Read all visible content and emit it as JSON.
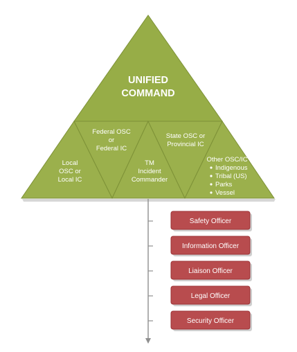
{
  "unified_command": {
    "line1": "UNIFIED",
    "line2": "COMMAND"
  },
  "segments": {
    "local": [
      "Local",
      "OSC or",
      "Local IC"
    ],
    "federal": [
      "Federal OSC",
      "or",
      "Federal IC"
    ],
    "tm": [
      "TM",
      "Incident",
      "Commander"
    ],
    "state": [
      "State OSC or",
      "Provincial IC"
    ],
    "other": {
      "title": "Other OSC/IC",
      "bullets": [
        "Indigenous",
        "Tribal (US)",
        "Parks",
        "Vessel"
      ]
    }
  },
  "officers": [
    "Safety Officer",
    "Information Officer",
    "Liaison Officer",
    "Legal Officer",
    "Security Officer"
  ],
  "colors": {
    "triangle_fill": "#9bb04c",
    "triangle_stroke": "#7d9137",
    "officer_fill": "#b84c4e",
    "officer_stroke": "#9c3337",
    "connector": "#8f8f8f"
  }
}
